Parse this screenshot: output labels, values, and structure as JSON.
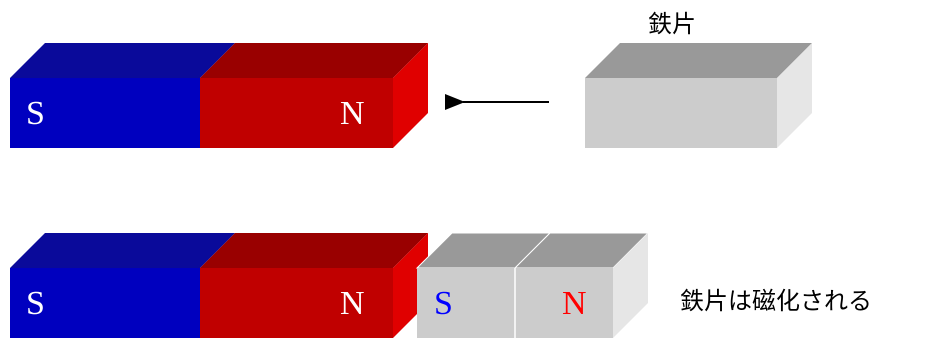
{
  "colors": {
    "blue_front": "#0000bf",
    "blue_top": "#0a0a9a",
    "red_front": "#c00000",
    "red_top": "#990000",
    "red_side": "#e00000",
    "gray_front": "#cccccc",
    "gray_top": "#999999",
    "gray_side": "#e6e6e6",
    "text_white": "#ffffff",
    "text_blue": "#0000ff",
    "text_red": "#ff0000"
  },
  "top_row": {
    "iron_label": "鉄片",
    "magnet": {
      "s_label": "S",
      "n_label": "N"
    }
  },
  "bottom_row": {
    "magnet": {
      "s_label": "S",
      "n_label": "N"
    },
    "induced": {
      "s_label": "S",
      "n_label": "N"
    },
    "caption": "鉄片は磁化される"
  }
}
